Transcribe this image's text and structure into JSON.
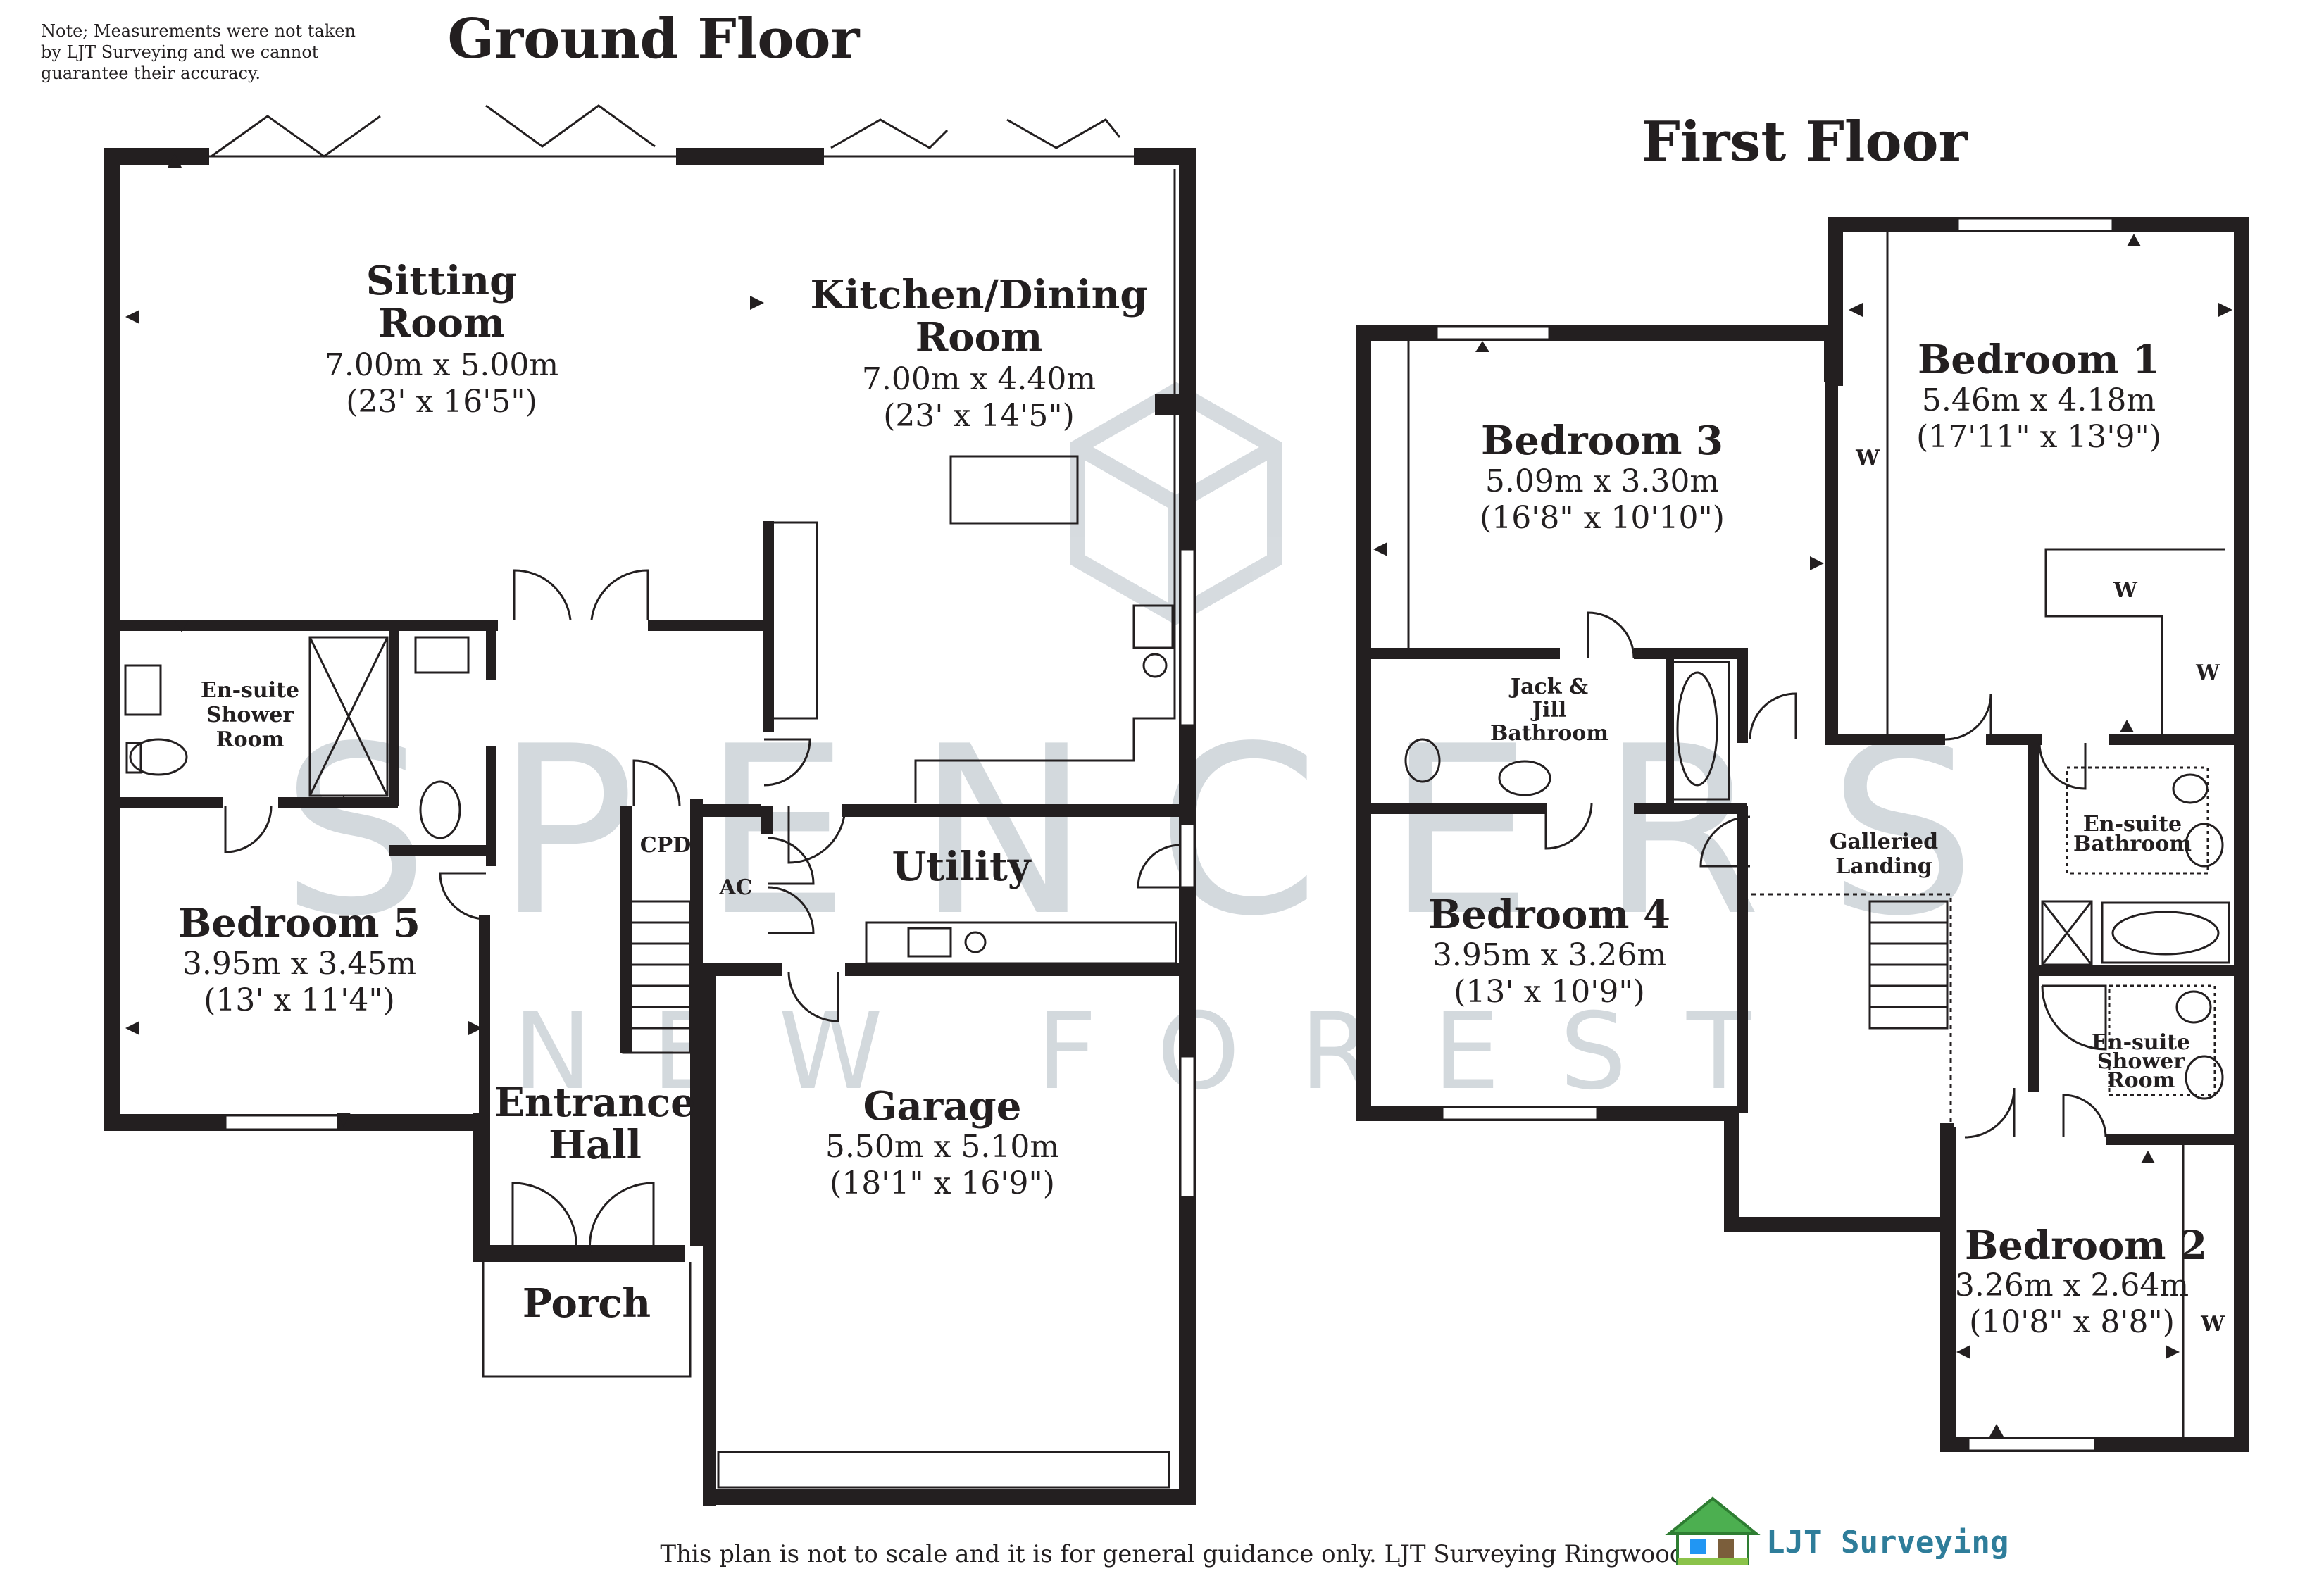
{
  "note": {
    "line1": "Note; Measurements were not taken",
    "line2": "by LJT Surveying and we cannot",
    "line3": "guarantee their accuracy."
  },
  "floors": {
    "ground": "Ground Floor",
    "first": "First Floor"
  },
  "rooms": {
    "sitting": {
      "name1": "Sitting",
      "name2": "Room",
      "metric": "7.00m x 5.00m",
      "imperial": "(23' x 16'5\")"
    },
    "kitchen": {
      "name1": "Kitchen/Dining",
      "name2": "Room",
      "metric": "7.00m x 4.40m",
      "imperial": "(23' x 14'5\")"
    },
    "ensuite_ground": {
      "name1": "En-suite",
      "name2": "Shower",
      "name3": "Room"
    },
    "bedroom5": {
      "name": "Bedroom 5",
      "metric": "3.95m x 3.45m",
      "imperial": "(13' x 11'4\")"
    },
    "cpd": "CPD",
    "ac": "AC",
    "utility": "Utility",
    "entrance": {
      "name1": "Entrance",
      "name2": "Hall"
    },
    "porch": "Porch",
    "garage": {
      "name": "Garage",
      "metric": "5.50m x 5.10m",
      "imperial": "(18'1\" x 16'9\")"
    },
    "bedroom3": {
      "name": "Bedroom 3",
      "metric": "5.09m x 3.30m",
      "imperial": "(16'8\" x 10'10\")"
    },
    "bedroom1": {
      "name": "Bedroom 1",
      "metric": "5.46m x 4.18m",
      "imperial": "(17'11\" x 13'9\")"
    },
    "jackjill": {
      "name1": "Jack &",
      "name2": "Jill",
      "name3": "Bathroom"
    },
    "bedroom4": {
      "name": "Bedroom 4",
      "metric": "3.95m x 3.26m",
      "imperial": "(13' x 10'9\")"
    },
    "landing": {
      "name1": "Galleried",
      "name2": "Landing"
    },
    "ensuite_bath": {
      "name1": "En-suite",
      "name2": "Bathroom"
    },
    "ensuite_shower_first": {
      "name1": "En-suite",
      "name2": "Shower",
      "name3": "Room"
    },
    "bedroom2": {
      "name": "Bedroom 2",
      "metric": "3.26m x 2.64m",
      "imperial": "(10'8\" x 8'8\")"
    },
    "wardrobe": "W"
  },
  "watermark": {
    "main": "SPENCERS",
    "sub": "NEW FOREST"
  },
  "footer": {
    "disclaimer": "This plan is not to scale and it is for general guidance only. LJT Surveying Ringwood",
    "logo_text": "LJT Surveying"
  }
}
